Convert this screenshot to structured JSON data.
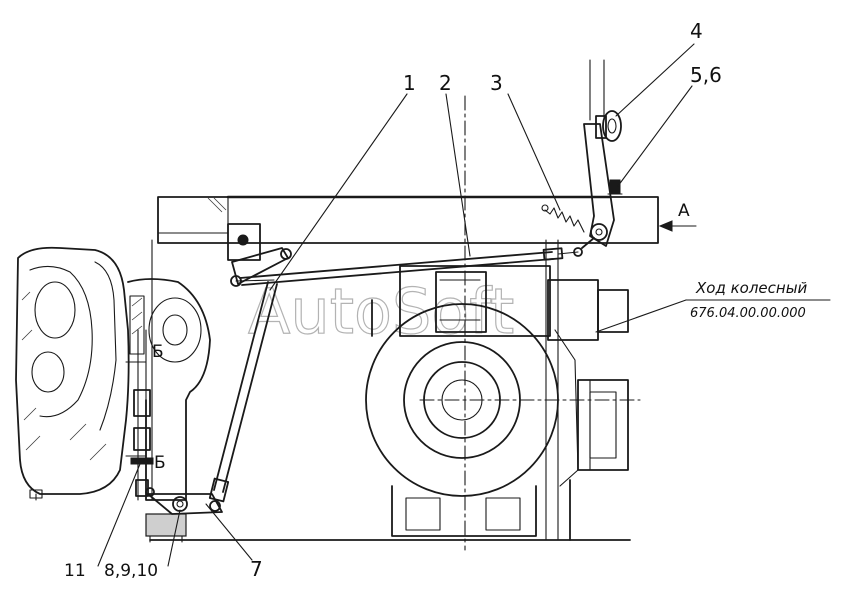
{
  "callouts": {
    "c1": "1",
    "c2": "2",
    "c3": "3",
    "c4": "4",
    "c56": "5,6",
    "c7": "7",
    "c11": "11",
    "c8910": "8,9,10"
  },
  "section_marks": {
    "b_upper": "Б",
    "b_lower": "Б"
  },
  "view_arrow": {
    "label": "А"
  },
  "reference": {
    "name": "Ход колесный",
    "code": "676.04.00.00.000"
  },
  "watermark": "AutoSoft"
}
